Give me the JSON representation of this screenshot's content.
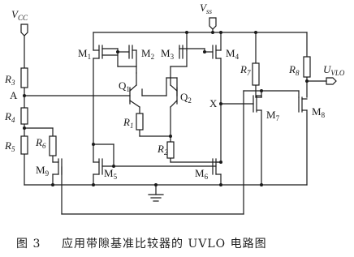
{
  "figure": {
    "caption_number": "图 3",
    "caption_text": "应用带隙基准比较器的 UVLO 电路图"
  },
  "nodes": {
    "vcc": "V",
    "vcc_sub": "CC",
    "vss": "V",
    "vss_sub": "ss",
    "uvlo": "U",
    "uvlo_sub": "VLO",
    "node_a": "A",
    "node_x": "X"
  },
  "components": {
    "resistors": [
      {
        "id": "r3",
        "label": "R",
        "sub": "3"
      },
      {
        "id": "r4",
        "label": "R",
        "sub": "4"
      },
      {
        "id": "r5",
        "label": "R",
        "sub": "5"
      },
      {
        "id": "r6",
        "label": "R",
        "sub": "6"
      },
      {
        "id": "r1",
        "label": "R",
        "sub": "1"
      },
      {
        "id": "r2",
        "label": "R",
        "sub": "2"
      },
      {
        "id": "r7",
        "label": "R",
        "sub": "7"
      },
      {
        "id": "r8",
        "label": "R",
        "sub": "8"
      }
    ],
    "transistors": [
      {
        "id": "m1",
        "label": "M",
        "sub": "1"
      },
      {
        "id": "m2",
        "label": "M",
        "sub": "2"
      },
      {
        "id": "m3",
        "label": "M",
        "sub": "3"
      },
      {
        "id": "m4",
        "label": "M",
        "sub": "4"
      },
      {
        "id": "m5",
        "label": "M",
        "sub": "5"
      },
      {
        "id": "m6",
        "label": "M",
        "sub": "6"
      },
      {
        "id": "m7",
        "label": "M",
        "sub": "7"
      },
      {
        "id": "m8",
        "label": "M",
        "sub": "8"
      },
      {
        "id": "m9",
        "label": "M",
        "sub": "9"
      },
      {
        "id": "q1",
        "label": "Q",
        "sub": "1"
      },
      {
        "id": "q2",
        "label": "Q",
        "sub": "2"
      }
    ]
  }
}
